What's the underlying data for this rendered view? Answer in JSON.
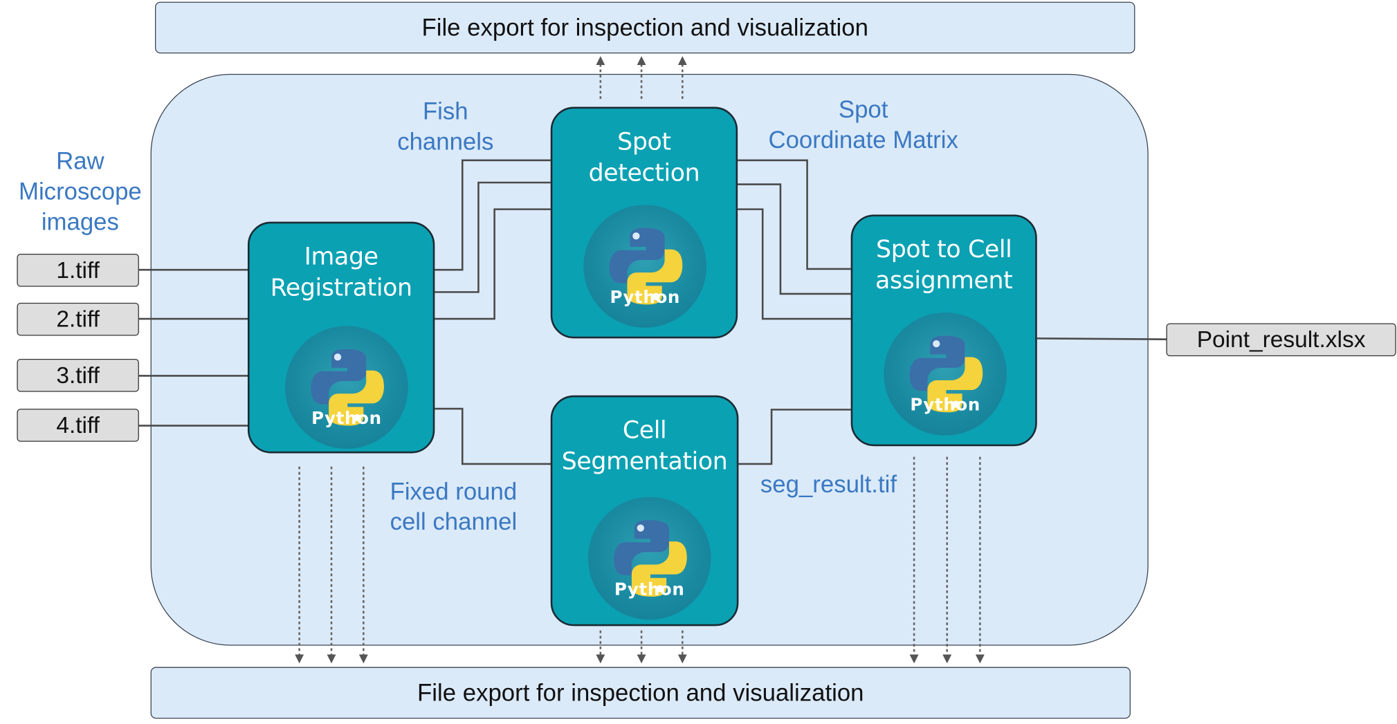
{
  "export_top": "File export for inspection and visualization",
  "export_bottom": "File export for inspection and visualization",
  "labels": {
    "raw_images": "Raw\nMicroscope\nimages",
    "fish_channels": "Fish\nchannels",
    "spot_matrix": "Spot\nCoordinate Matrix",
    "fixed_round": "Fixed round\ncell channel",
    "seg_result": "seg_result.tif"
  },
  "inputs": [
    "1.tiff",
    "2.tiff",
    "3.tiff",
    "4.tiff"
  ],
  "output": "Point_result.xlsx",
  "modules": {
    "registration": "Image\nRegistration",
    "spot_detection": "Spot\ndetection",
    "segmentation": "Cell\nSegmentation",
    "assignment": "Spot to Cell\nassignment"
  },
  "python_label": "Python",
  "colors": {
    "module_fill": "#0aa1b3",
    "panel_fill": "#dbeaf9",
    "label_blue": "#3a78c2",
    "file_fill": "#dedede",
    "python_blue": "#3a6fa8",
    "python_yellow": "#f5d33c"
  }
}
